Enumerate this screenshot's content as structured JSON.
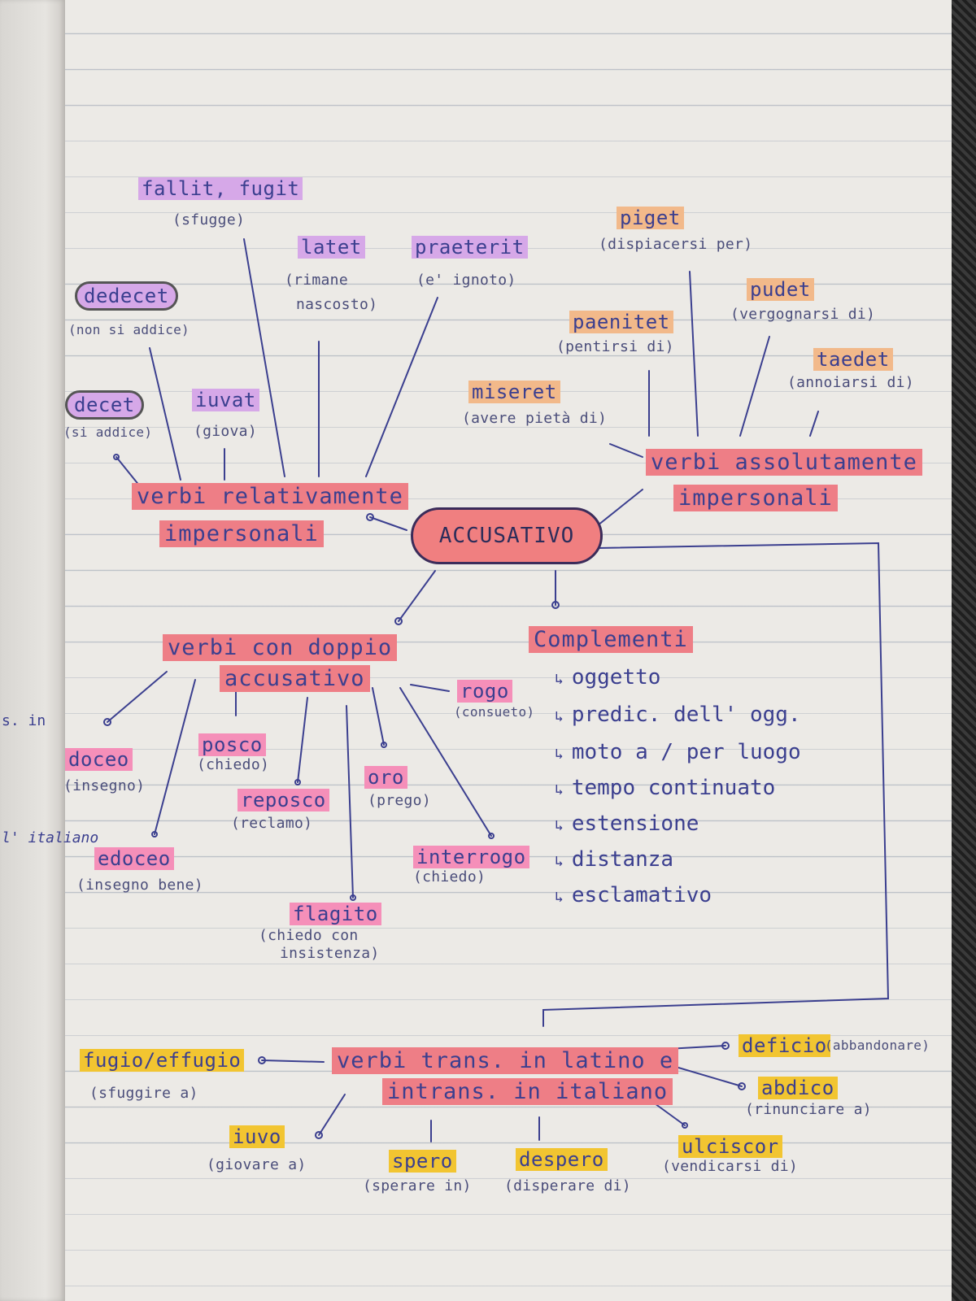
{
  "center": "ACCUSATIVO",
  "left_group": {
    "title_line1": "verbi relativamente",
    "title_line2": "impersonali",
    "items": [
      {
        "label": "fallit, fugit",
        "gloss": "(sfugge)"
      },
      {
        "label": "latet",
        "gloss_line1": "(rimane",
        "gloss_line2": "nascosto)"
      },
      {
        "label": "praeterit",
        "gloss": "(e' ignoto)"
      },
      {
        "label": "dedecet",
        "gloss": "(non si addice)"
      },
      {
        "label": "decet",
        "gloss": "(si addice)"
      },
      {
        "label": "iuvat",
        "gloss": "(giova)"
      }
    ]
  },
  "right_group": {
    "title_line1": "verbi assolutamente",
    "title_line2": "impersonali",
    "items": [
      {
        "label": "piget",
        "gloss": "(dispiacersi per)"
      },
      {
        "label": "pudet",
        "gloss": "(vergognarsi di)"
      },
      {
        "label": "paenitet",
        "gloss": "(pentirsi di)"
      },
      {
        "label": "taedet",
        "gloss": "(annoiarsi di)"
      },
      {
        "label": "miseret",
        "gloss": "(avere pietà di)"
      }
    ]
  },
  "double_group": {
    "title_line1": "verbi con doppio",
    "title_line2": "accusativo",
    "items": [
      {
        "label": "rogo",
        "gloss": "(consueto)"
      },
      {
        "label": "doceo",
        "gloss": "(insegno)"
      },
      {
        "label": "posco",
        "gloss": "(chiedo)"
      },
      {
        "label": "oro",
        "gloss": "(prego)"
      },
      {
        "label": "reposco",
        "gloss": "(reclamo)"
      },
      {
        "label": "edoceo",
        "gloss": "(insegno bene)"
      },
      {
        "label": "interrogo",
        "gloss": "(chiedo)"
      },
      {
        "label": "flagito",
        "gloss_line1": "(chiedo con",
        "gloss_line2": "insistenza)"
      }
    ]
  },
  "complements": {
    "title": "Complementi",
    "items": [
      "oggetto",
      "predic. dell' ogg.",
      "moto a / per luogo",
      "tempo continuato",
      "estensione",
      "distanza",
      "esclamativo"
    ]
  },
  "trans_group": {
    "title_line1": "verbi trans. in latino e",
    "title_line2": "intrans. in italiano",
    "items": [
      {
        "label": "fugio/effugio",
        "gloss": "(sfuggire a)"
      },
      {
        "label": "deficio",
        "gloss": "(abbandonare)"
      },
      {
        "label": "abdico",
        "gloss": "(rinunciare a)"
      },
      {
        "label": "iuvo",
        "gloss": "(giovare a)"
      },
      {
        "label": "spero",
        "gloss": "(sperare in)"
      },
      {
        "label": "despero",
        "gloss": "(disperare di)"
      },
      {
        "label": "ulciscor",
        "gloss": "(vendicarsi di)"
      }
    ]
  },
  "margin_fragments": [
    "s. in",
    "l' italiano"
  ],
  "colors": {
    "ink": "#3b3f8f",
    "purple": "#d6a8e8",
    "pink": "#f58fb9",
    "salmon": "#ee7e86",
    "orange": "#f2b98a",
    "yellow": "#f2c531"
  }
}
